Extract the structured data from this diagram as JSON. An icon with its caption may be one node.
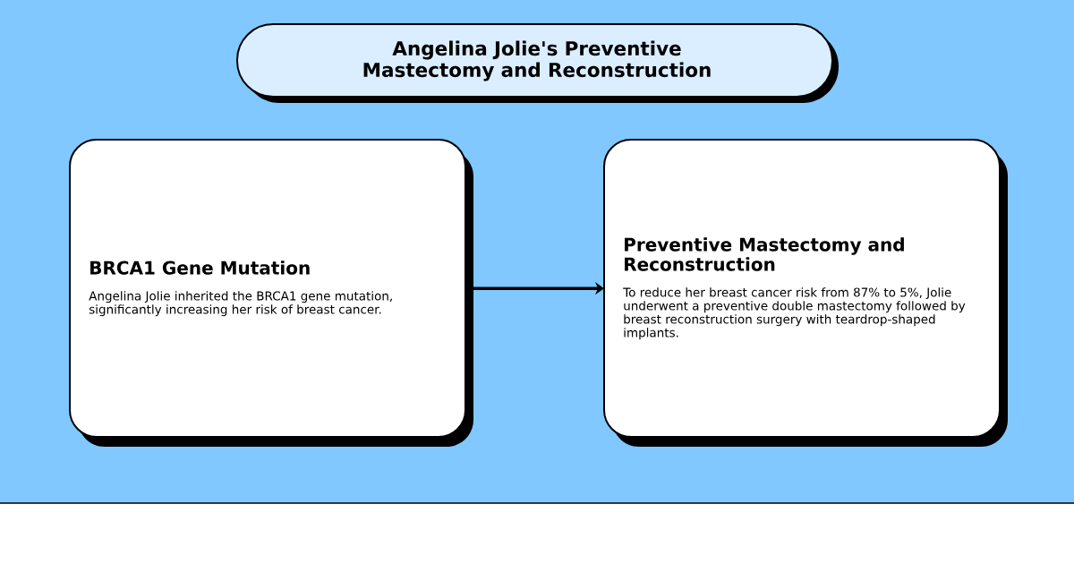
{
  "diagram": {
    "title": "Angelina Jolie's Preventive Mastectomy and Reconstruction",
    "nodes": [
      {
        "text": [
          "BRCA1 Gene Mutation",
          "Angelina Jolie inherited the BRCA1 gene mutation, significantly increasing her risk of breast cancer."
        ]
      },
      {
        "text": [
          "Preventive Mastectomy and Reconstruction",
          "To reduce her breast cancer risk from 87% to 5%, Jolie underwent a preventive double mastectomy followed by breast reconstruction surgery with teardrop-shaped implants."
        ]
      }
    ],
    "edges": [
      {
        "from": 0,
        "to": 1,
        "arrow": "to"
      }
    ]
  }
}
